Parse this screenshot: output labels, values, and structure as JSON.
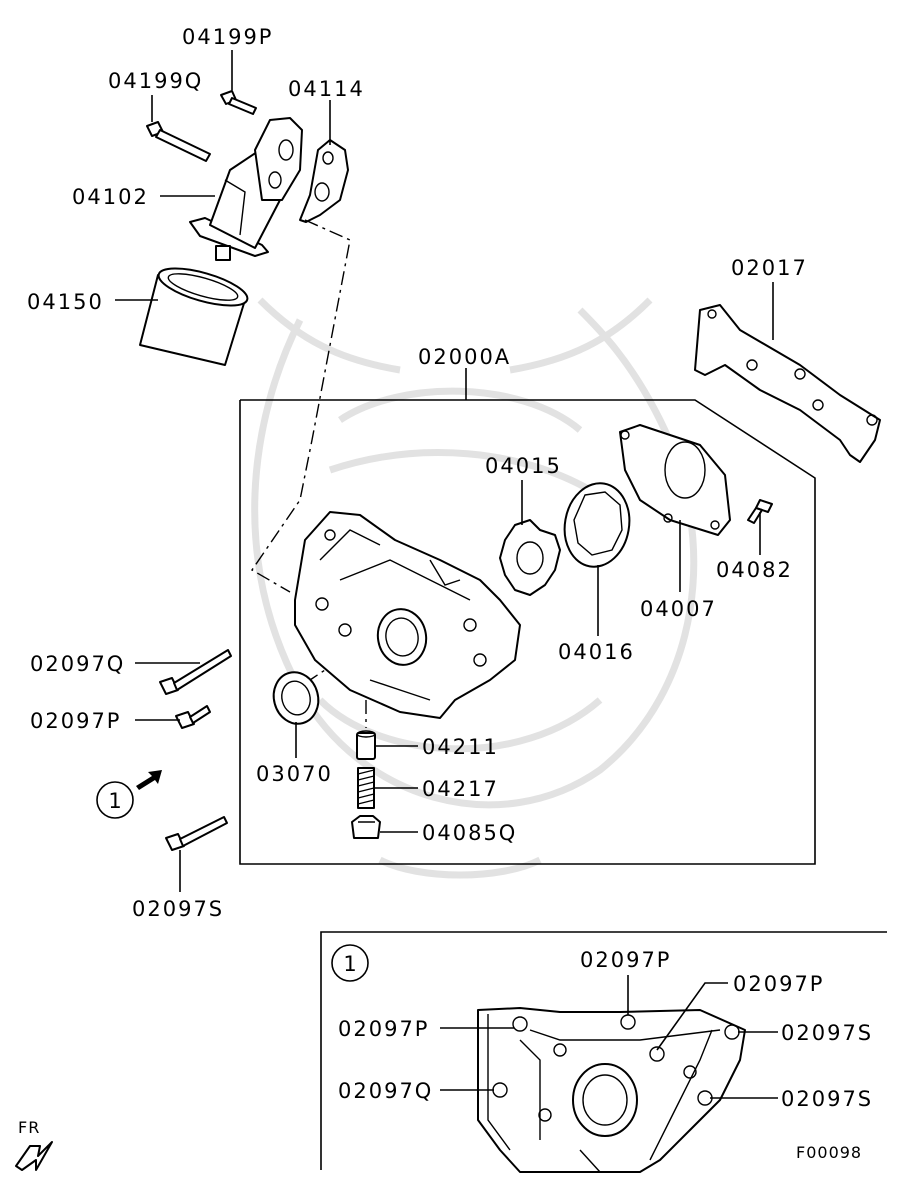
{
  "diagram_code": "F00098",
  "orientation_label": "FR",
  "callout_marker": "1",
  "parts": {
    "p04199P": "04199P",
    "p04199Q": "04199Q",
    "p04114": "04114",
    "p04102": "04102",
    "p04150": "04150",
    "p02017": "02017",
    "p02000A": "02000A",
    "p04015": "04015",
    "p04082": "04082",
    "p04016": "04016",
    "p04007": "04007",
    "p02097Q": "02097Q",
    "p02097P": "02097P",
    "p03070": "03070",
    "p04211": "04211",
    "p04217": "04217",
    "p04085Q": "04085Q",
    "p02097S": "02097S"
  },
  "detail": {
    "marker": "1",
    "top_p1": "02097P",
    "top_p2": "02097P",
    "left_p": "02097P",
    "left_q": "02097Q",
    "right_s1": "02097S",
    "right_s2": "02097S"
  }
}
